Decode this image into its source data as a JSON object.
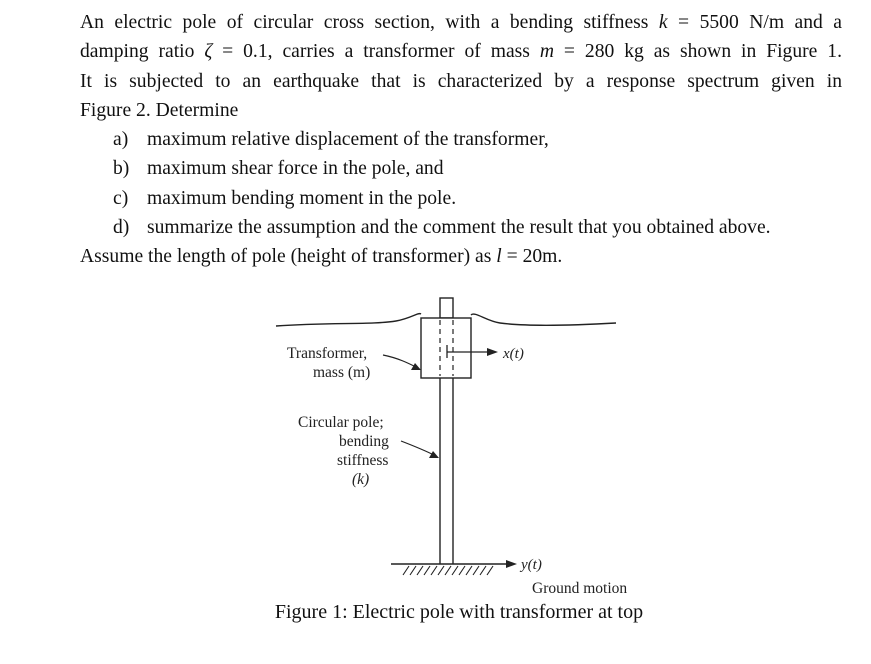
{
  "problem": {
    "line1": {
      "a": "An electric pole of circular cross section, with a bending stiffness ",
      "k_sym": "k",
      "b": " = 5500 N/m and a"
    },
    "line2": {
      "a": "damping ratio ",
      "zeta_sym": "ζ",
      "b": " = 0.1, carries a transformer of mass ",
      "m_sym": "m",
      "c": " = 280 kg as shown in Figure 1."
    },
    "line3": "It is subjected to an earthquake that is characterized by a response spectrum given in",
    "line4": "Figure 2. Determine",
    "items": [
      {
        "label": "a)",
        "text": "maximum relative displacement of the transformer,"
      },
      {
        "label": "b)",
        "text": "maximum shear force in the pole, and"
      },
      {
        "label": "c)",
        "text": "maximum bending moment in the pole."
      },
      {
        "label": "d)",
        "text": "summarize the assumption and the comment the result that you obtained above."
      }
    ],
    "last_line": {
      "a": "Assume the length of pole (height of transformer) as ",
      "l_sym": "l",
      "b": " = 20m."
    }
  },
  "figure": {
    "labels": {
      "transformer_1": "Transformer,",
      "transformer_2": "mass (m)",
      "pole_1": "Circular pole;",
      "pole_2": "bending",
      "pole_3": "stiffness",
      "pole_4": "(k)",
      "xt": "x(t)",
      "yt": "y(t)",
      "ground": "Ground motion"
    },
    "caption": "Figure 1: Electric pole with transformer at top"
  }
}
